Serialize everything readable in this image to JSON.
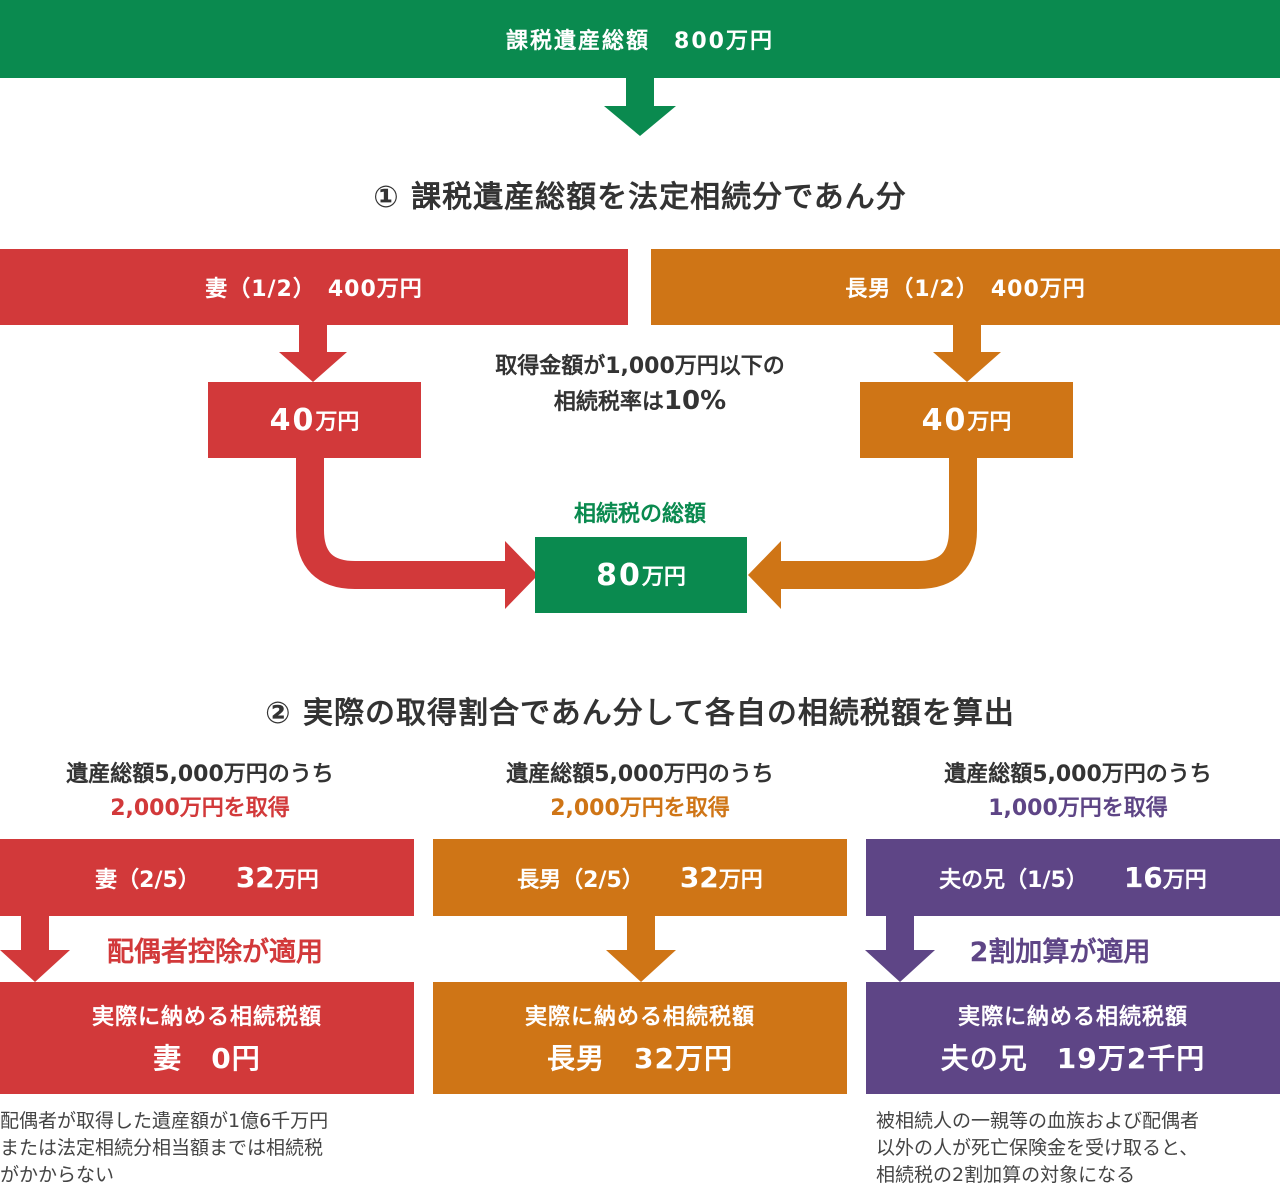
{
  "header": {
    "label": "課税遺産総額　800万円"
  },
  "section1": {
    "heading": "① 課税遺産総額を法定相続分であん分"
  },
  "wife_share": {
    "label": "妻（1/2）　400万円",
    "tax_num": "40",
    "tax_unit": "万円"
  },
  "son_share": {
    "label": "長男（1/2）　400万円",
    "tax_num": "40",
    "tax_unit": "万円"
  },
  "rate_note": {
    "line1": "取得金額が1,000万円以下の",
    "line2_prefix": "相続税率は",
    "line2_rate": "10%"
  },
  "total": {
    "title": "相続税の総額",
    "num": "80",
    "unit": "万円"
  },
  "section2": {
    "heading": "② 実際の取得割合であん分して各自の相続税額を算出"
  },
  "columns": [
    {
      "line1": "遺産総額5,000万円のうち",
      "line2": "2,000万円を取得",
      "label": "妻（2/5）",
      "amount_num": "32",
      "amount_unit": "万円",
      "adjust": "配偶者控除が適用",
      "final_title": "実際に納める相続税額",
      "final_value": "妻　0円",
      "footnote": [
        "配偶者が取得した遺産額が1億6千万円",
        "または法定相続分相当額までは相続税",
        "がかからない"
      ],
      "color": "#d2393a"
    },
    {
      "line1": "遺産総額5,000万円のうち",
      "line2": "2,000万円を取得",
      "label": "長男（2/5）",
      "amount_num": "32",
      "amount_unit": "万円",
      "final_title": "実際に納める相続税額",
      "final_value": "長男　32万円",
      "color": "#cf7516"
    },
    {
      "line1": "遺産総額5,000万円のうち",
      "line2": "1,000万円を取得",
      "label": "夫の兄（1/5）",
      "amount_num": "16",
      "amount_unit": "万円",
      "adjust": "2割加算が適用",
      "final_title": "実際に納める相続税額",
      "final_value": "夫の兄　19万2千円",
      "footnote": [
        "被相続人の一親等の血族および配偶者",
        "以外の人が死亡保険金を受け取ると、",
        "相続税の2割加算の対象になる"
      ],
      "color": "#5e4586"
    }
  ],
  "colors": {
    "green": "#0a8a4f",
    "red": "#d2393a",
    "orange": "#cf7516",
    "purple": "#5e4586"
  }
}
